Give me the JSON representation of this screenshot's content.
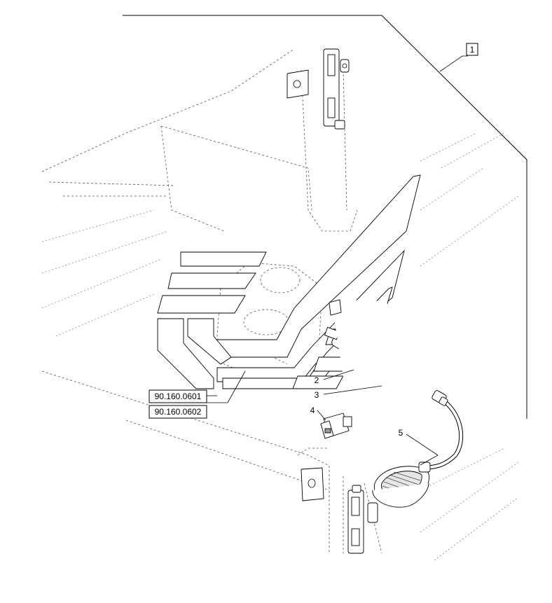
{
  "callouts": {
    "item_1": "1",
    "item_2": "2",
    "item_3": "3",
    "item_4": "4",
    "item_5": "5"
  },
  "references": {
    "ref_a": "90.160.0601",
    "ref_b": "90.160.0602"
  },
  "colors": {
    "line": "#000000",
    "background": "#ffffff",
    "shading": "#e6e6e6"
  }
}
